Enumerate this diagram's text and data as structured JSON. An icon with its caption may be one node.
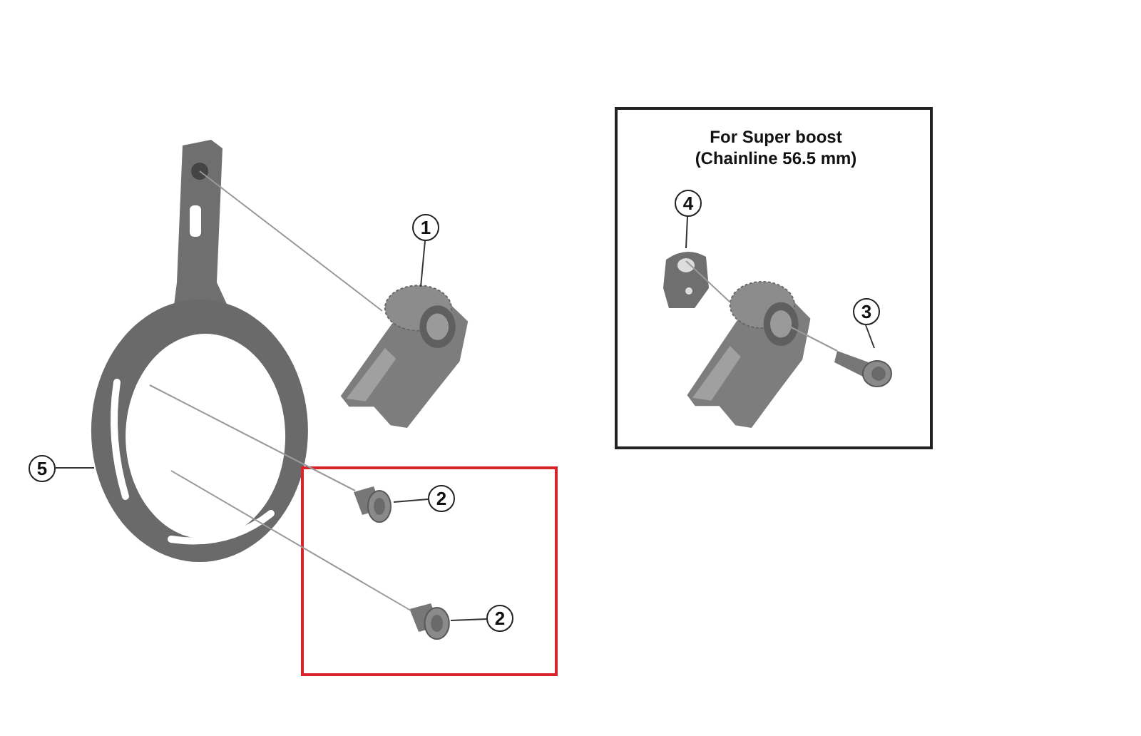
{
  "diagram": {
    "nodes": [
      {
        "text": [
          "5"
        ]
      },
      {
        "text": [],
        "shape": "picture"
      },
      {
        "text": [
          "1"
        ]
      },
      {
        "text": [],
        "shape": "picture"
      },
      {
        "text": [],
        "shape": "box"
      },
      {
        "text": [
          "2"
        ],
        "in": 4
      },
      {
        "text": [],
        "shape": "picture",
        "in": 4
      },
      {
        "text": [
          "2"
        ],
        "in": 4
      },
      {
        "text": [],
        "shape": "picture",
        "in": 4
      },
      {
        "text": [
          "For Super boost (Chainline 56.5 mm)"
        ]
      },
      {
        "text": [
          "4"
        ],
        "in": 9
      },
      {
        "text": [],
        "shape": "picture",
        "in": 9
      },
      {
        "text": [],
        "shape": "picture",
        "in": 9
      },
      {
        "text": [
          "3"
        ],
        "in": 9
      },
      {
        "text": [],
        "shape": "picture",
        "in": 9
      }
    ],
    "edges": [
      {
        "from": 0,
        "to": 1,
        "arrow": "none"
      },
      {
        "from": 2,
        "to": 3,
        "arrow": "none"
      },
      {
        "from": 5,
        "to": 6,
        "arrow": "none"
      },
      {
        "from": 7,
        "to": 8,
        "arrow": "none"
      },
      {
        "from": 10,
        "to": 11,
        "arrow": "none"
      },
      {
        "from": 13,
        "to": 14,
        "arrow": "none"
      },
      {
        "from": 1,
        "to": 3,
        "arrow": "none",
        "color": "#999999"
      },
      {
        "from": 1,
        "to": 6,
        "arrow": "none",
        "color": "#999999"
      },
      {
        "from": 1,
        "to": 8,
        "arrow": "none",
        "color": "#999999"
      },
      {
        "from": 11,
        "to": 12,
        "arrow": "none",
        "color": "#999999"
      },
      {
        "from": 12,
        "to": 14,
        "arrow": "none",
        "color": "#999999"
      }
    ]
  }
}
